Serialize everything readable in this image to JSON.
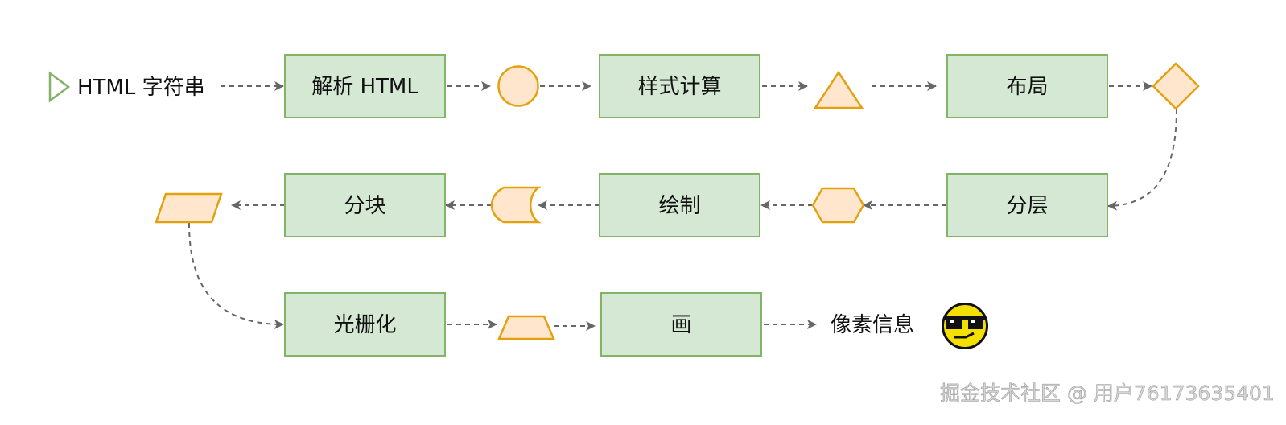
{
  "diagram": {
    "start_text": "HTML  字符串",
    "steps": [
      "解析 HTML",
      "样式计算",
      "布局",
      "分层",
      "绘制",
      "分块",
      "光栅化",
      "画"
    ],
    "end_text": "像素信息",
    "end_emoji": "sunglasses-face-icon"
  },
  "watermark": "掘金技术社区 @ 用户76173635401",
  "colors": {
    "box_fill": "#d5e8d4",
    "box_border": "#82b366",
    "shape_fill": "#ffe6cc",
    "shape_border": "#e3a10f",
    "arrow": "#666666",
    "emoji_yellow": "#f4e000"
  }
}
